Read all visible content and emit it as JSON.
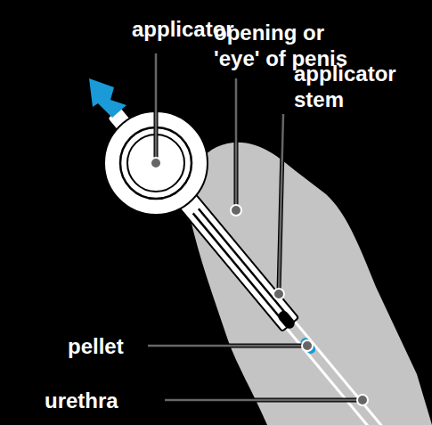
{
  "diagram": {
    "labels": [
      "applicator",
      "opening or 'eye' of penis",
      "applicator stem",
      "pellet",
      "urethra"
    ]
  }
}
